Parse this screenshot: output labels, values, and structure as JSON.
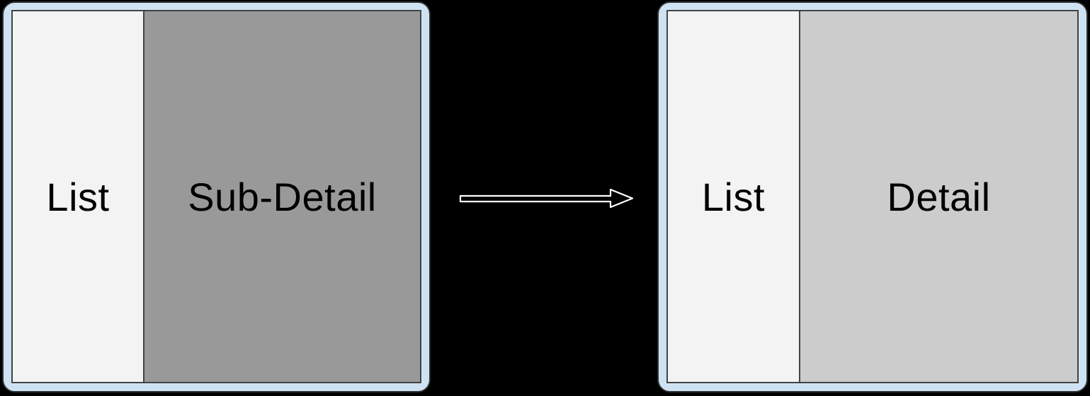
{
  "diagram": {
    "background": "#000000",
    "panels": [
      {
        "id": "before",
        "frame_fill": "#cfe2f3",
        "frame_border": "#2f2f2f",
        "pane_border": "#434343",
        "panes": [
          {
            "label": "List",
            "fill": "#f3f3f3",
            "width_pct": 32
          },
          {
            "label": "Sub-Detail",
            "fill": "#999999",
            "width_pct": 68
          }
        ]
      },
      {
        "id": "after",
        "frame_fill": "#cfe2f3",
        "frame_border": "#2f2f2f",
        "pane_border": "#434343",
        "panes": [
          {
            "label": "List",
            "fill": "#f3f3f3",
            "width_pct": 32
          },
          {
            "label": "Detail",
            "fill": "#cccccc",
            "width_pct": 68
          }
        ]
      }
    ],
    "arrow": {
      "icon": "arrow-right-icon",
      "stroke": "#ffffff",
      "fill": "#000000"
    },
    "text_color": "#000000"
  }
}
